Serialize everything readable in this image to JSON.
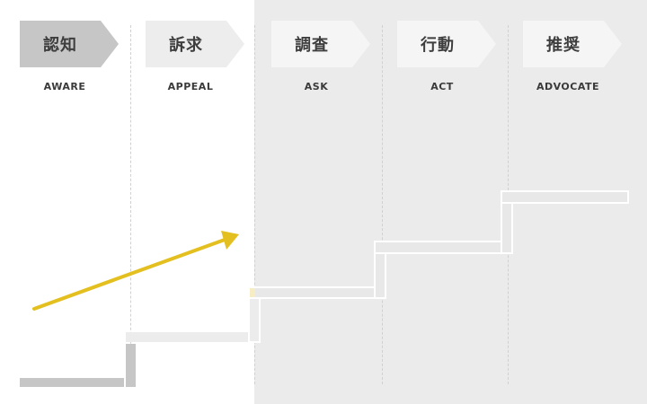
{
  "stages": [
    {
      "label": "認知",
      "sub": "AWARE",
      "color": "#c6c6c6"
    },
    {
      "label": "訴求",
      "sub": "APPEAL",
      "color": "#ededed"
    },
    {
      "label": "調査",
      "sub": "ASK",
      "color": "#f5f5f5"
    },
    {
      "label": "行動",
      "sub": "ACT",
      "color": "#f5f5f5"
    },
    {
      "label": "推奨",
      "sub": "ADVOCATE",
      "color": "#f5f5f5"
    }
  ],
  "colors": {
    "background_panel": "#ebebeb",
    "arrow": "#e3bf1f",
    "step_outline": "#ffffff",
    "step_fill_dark": "#c6c6c6",
    "step_fill_light": "#ececec",
    "step_fill_panel": "#e8e8e8",
    "text": "#3e3e3e"
  }
}
